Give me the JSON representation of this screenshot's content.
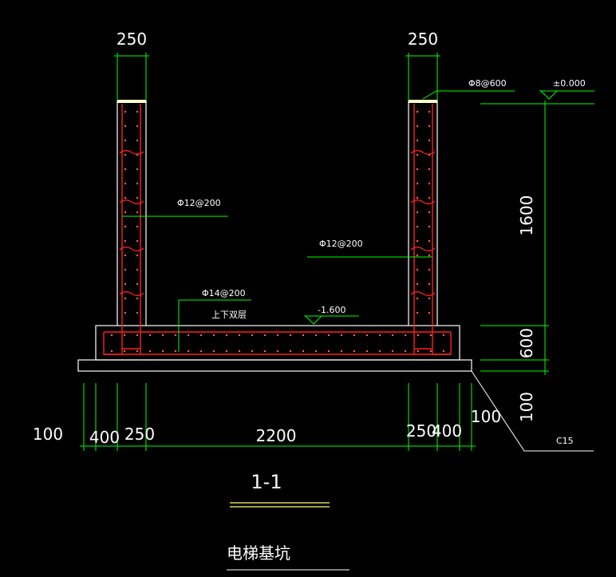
{
  "dimensions": {
    "top_left_wall": "250",
    "top_right_wall": "250",
    "height_wall": "1600",
    "height_slab": "600",
    "height_bedding": "100",
    "bottom_left_outer": "100",
    "bottom_left_heel": "400",
    "bottom_left_wall": "250",
    "bottom_inner_span": "2200",
    "bottom_right_wall": "250",
    "bottom_right_heel": "400",
    "bottom_right_outer": "100"
  },
  "annotations": {
    "rebar_left_wall": "Φ12@200",
    "rebar_right_wall": "Φ12@200",
    "rebar_top_tie": "Φ8@600",
    "rebar_slab": "Φ14@200",
    "rebar_slab_note": "上下双层",
    "level_top": "±0.000",
    "level_pit_bottom": "-1.600",
    "concrete_grade": "C15"
  },
  "section_label": "1-1",
  "drawing_title": "电梯基坑",
  "colors": {
    "background": "#000000",
    "concrete_outline": "#ffffff",
    "rebar": "#ff2020",
    "dimension_line": "#00ff00",
    "section_underline": "#ffff66"
  }
}
